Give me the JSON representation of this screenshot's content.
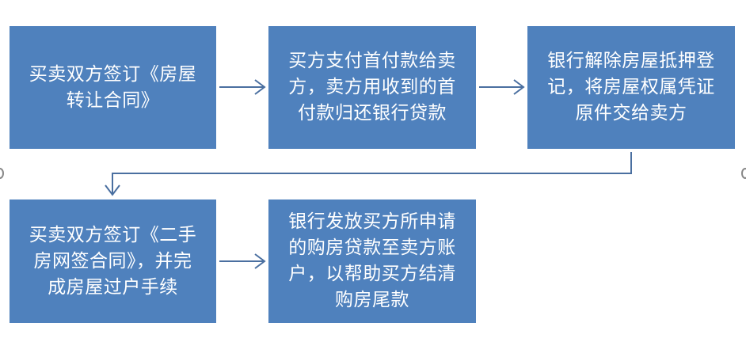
{
  "diagram": {
    "type": "flowchart",
    "colors": {
      "box_fill": "#4f81bd",
      "box_text": "#ffffff",
      "connector": "#4a6fa0",
      "background": "#ffffff"
    },
    "steps": [
      {
        "id": 1,
        "text": "买卖双方签订《房屋转让合同》",
        "lines": [
          "买卖双方签订《房屋",
          "转让合同》"
        ]
      },
      {
        "id": 2,
        "text": "买方支付首付款给卖方，卖方用收到的首付款归还银行贷款",
        "lines": [
          "买方支付首付款给卖",
          "方，卖方用收到的首",
          "付款归还银行贷款"
        ]
      },
      {
        "id": 3,
        "text": "银行解除房屋抵押登记，将房屋权属凭证原件交给卖方",
        "lines": [
          "银行解除房屋抵押登",
          "记，将房屋权属凭证",
          "原件交给卖方"
        ]
      },
      {
        "id": 4,
        "text": "买卖双方签订《二手房网签合同》，并完成房屋过户手续",
        "lines": [
          "买卖双方签订《二手",
          "房网签合同》，并完",
          "成房屋过户手续"
        ]
      },
      {
        "id": 5,
        "text": "银行发放买方所申请的购房贷款至卖方账户，以帮助买方结清购房尾款",
        "lines": [
          "银行发放买方所申请",
          "的购房贷款至卖方账",
          "户，以帮助买方结清",
          "购房尾款"
        ]
      }
    ],
    "edges": [
      {
        "from": 1,
        "to": 2,
        "shape": "straight-arrow"
      },
      {
        "from": 2,
        "to": 3,
        "shape": "straight-arrow"
      },
      {
        "from": 3,
        "to": 4,
        "shape": "elbow-arrow"
      },
      {
        "from": 4,
        "to": 5,
        "shape": "straight-arrow"
      }
    ]
  }
}
